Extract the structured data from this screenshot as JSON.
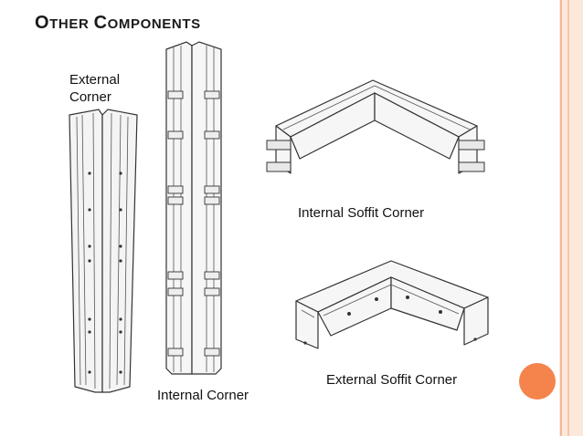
{
  "slide": {
    "title": "Other Components",
    "labels": {
      "external_corner": "External\nCorner",
      "internal_corner": "Internal Corner",
      "internal_soffit_corner": "Internal Soffit Corner",
      "external_soffit_corner": "External Soffit Corner"
    }
  },
  "colors": {
    "accent": "#f4844c",
    "title": "#1a1a1a",
    "stripe_light": "#fbe3d6",
    "stripe_dark": "#f1b898",
    "line_art": "#333333"
  }
}
